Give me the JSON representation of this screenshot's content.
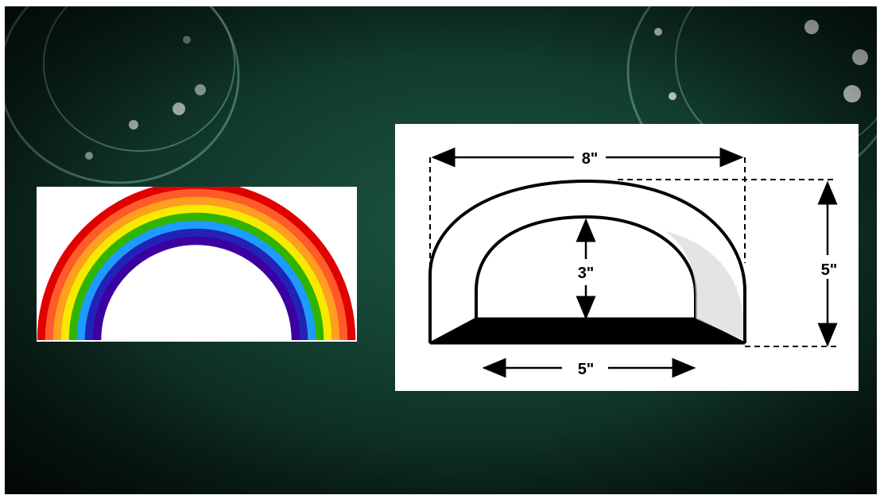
{
  "slide": {
    "background_color": "#123d31",
    "accent_glow_color": "#bfe9d9"
  },
  "rainbow": {
    "band_colors": [
      "#e00000",
      "#ff5b2a",
      "#ff9e1f",
      "#f6ea00",
      "#2fb400",
      "#1e9bff",
      "#2222b8",
      "#3d00a0"
    ]
  },
  "diagram": {
    "top_width_label": "8\"",
    "inner_height_label": "3\"",
    "outer_height_label": "5\"",
    "base_width_label": "5\""
  }
}
